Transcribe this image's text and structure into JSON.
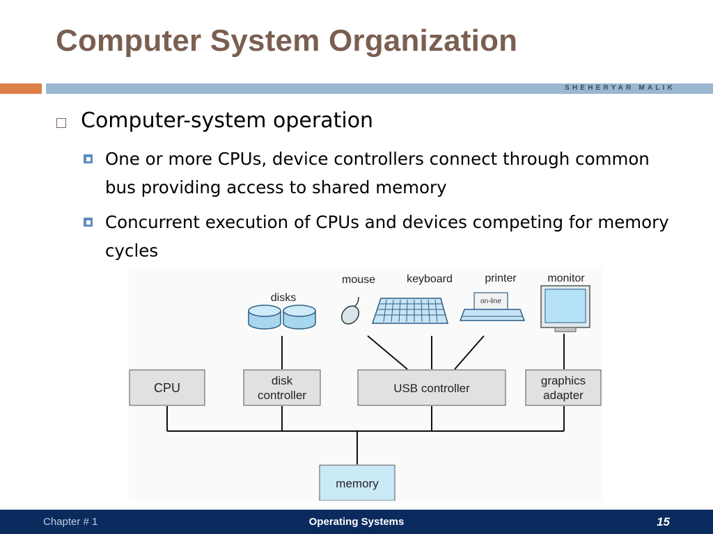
{
  "slide": {
    "title": "Computer System Organization",
    "author": "SHEHERYAR MALIK"
  },
  "bullets": {
    "level1": "Computer-system operation",
    "level2": [
      "One or more CPUs, device controllers connect through common bus providing access to shared memory",
      "Concurrent execution of CPUs and devices competing for memory cycles"
    ]
  },
  "diagram": {
    "devices": {
      "disks": "disks",
      "mouse": "mouse",
      "keyboard": "keyboard",
      "printer": "printer",
      "printer_panel": "on-line",
      "monitor": "monitor"
    },
    "boxes": {
      "cpu": "CPU",
      "disk_controller_1": "disk",
      "disk_controller_2": "controller",
      "usb_controller": "USB controller",
      "graphics_adapter_1": "graphics",
      "graphics_adapter_2": "adapter",
      "memory": "memory"
    },
    "colors": {
      "box_fill": "#e1e1e1",
      "memory_fill": "#c9e9f7",
      "device_fill": "#c6e4f5"
    }
  },
  "footer": {
    "chapter": "Chapter # 1",
    "course": "Operating Systems",
    "page": "15"
  }
}
